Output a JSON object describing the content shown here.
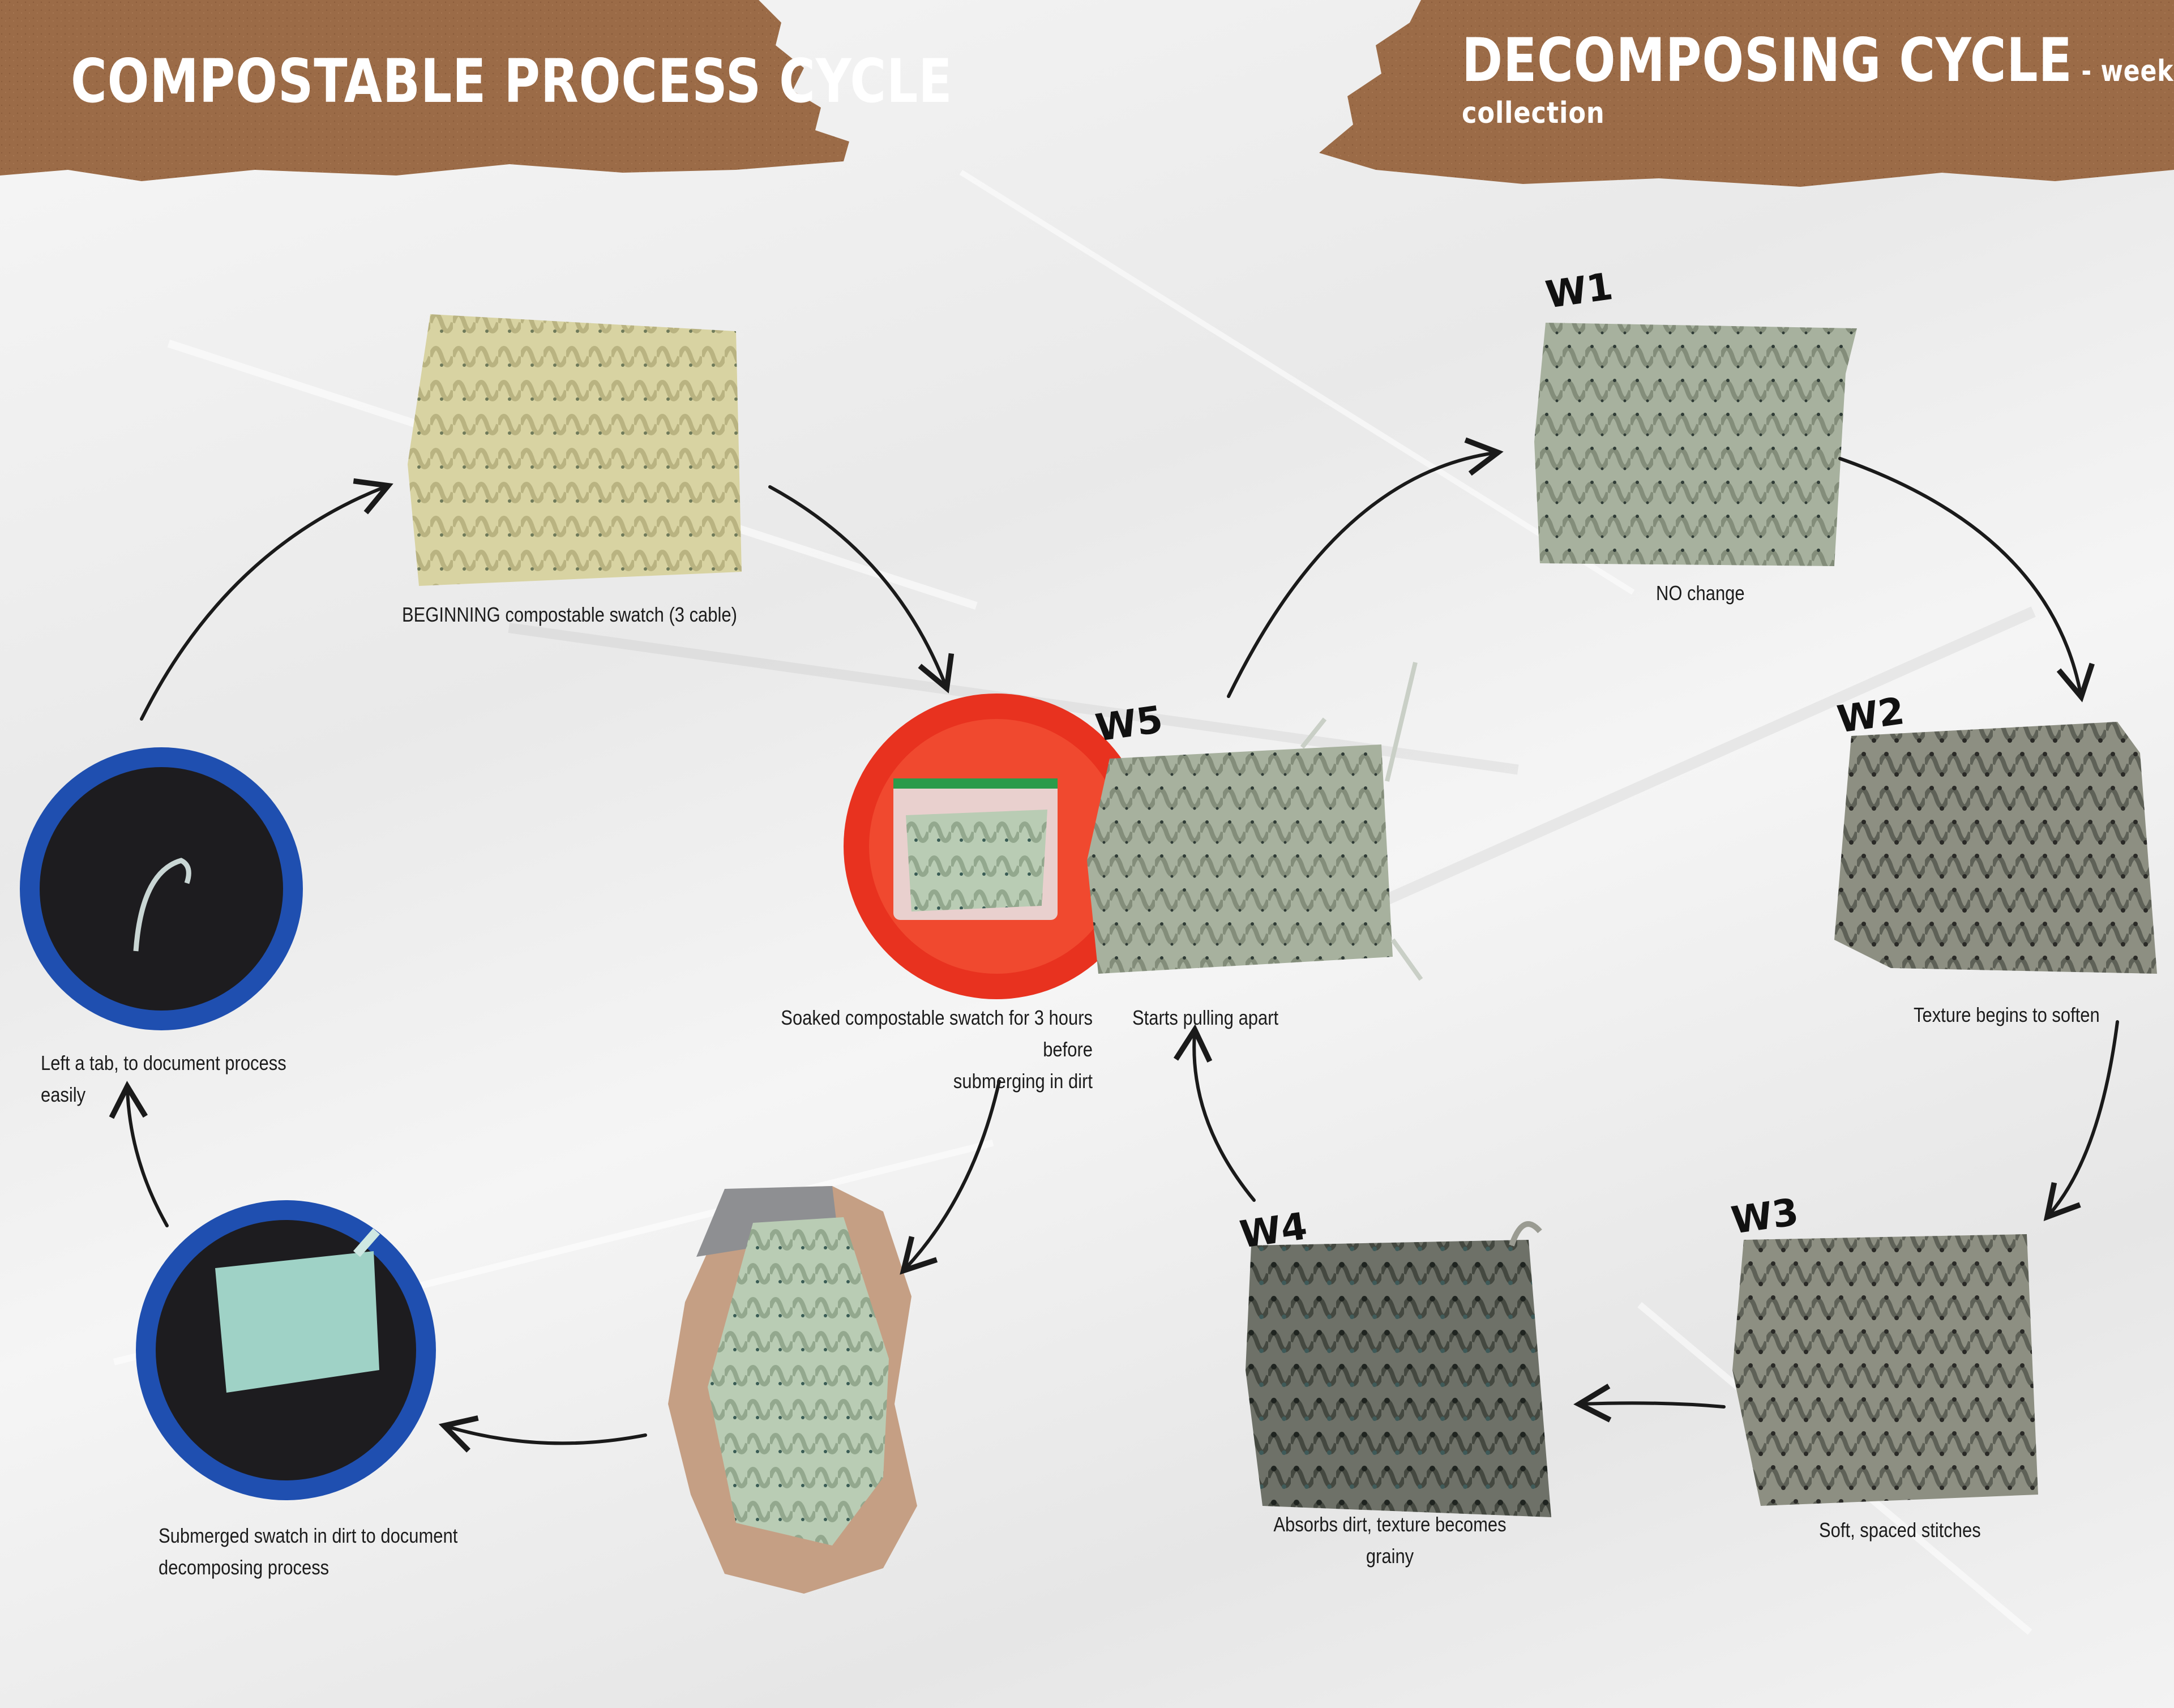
{
  "left_title": "COMPOSTABLE PROCESS CYCLE",
  "right_title": {
    "main": "DECOMPOSING CYCLE",
    "suffix": " - weekly data",
    "line2": "collection"
  },
  "process_steps": [
    {
      "id": "beginning",
      "caption": "BEGINNING compostable swatch (3 cable)"
    },
    {
      "id": "soaked",
      "caption_line1": "Soaked compostable swatch for 3 hours before",
      "caption_line2": "submerging in dirt"
    },
    {
      "id": "submerged",
      "caption_line1": "Submerged swatch in dirt to document",
      "caption_line2": "decomposing process"
    },
    {
      "id": "tab",
      "caption_line1": "Left a tab, to document process",
      "caption_line2": "easily"
    }
  ],
  "weeks": [
    {
      "tag": "W1",
      "caption": "NO change"
    },
    {
      "tag": "W2",
      "caption": "Texture begins to soften"
    },
    {
      "tag": "W3",
      "caption": "Soft, spaced stitches"
    },
    {
      "tag": "W4",
      "caption_line1": "Absorbs dirt, texture becomes",
      "caption_line2": "grainy"
    },
    {
      "tag": "W5",
      "caption": "Starts pulling apart"
    }
  ],
  "colors": {
    "cardboard": "#9b6b47",
    "swatch_beginning": "#d8d3a2",
    "swatch_soaked": "#b9ccb4",
    "swatch_weekly": "#9aa591",
    "dirt": "#1d1c1f",
    "bowl_blue": "#1f4fb0",
    "lid_red": "#e8321f",
    "arrow": "#1a1a1a"
  }
}
